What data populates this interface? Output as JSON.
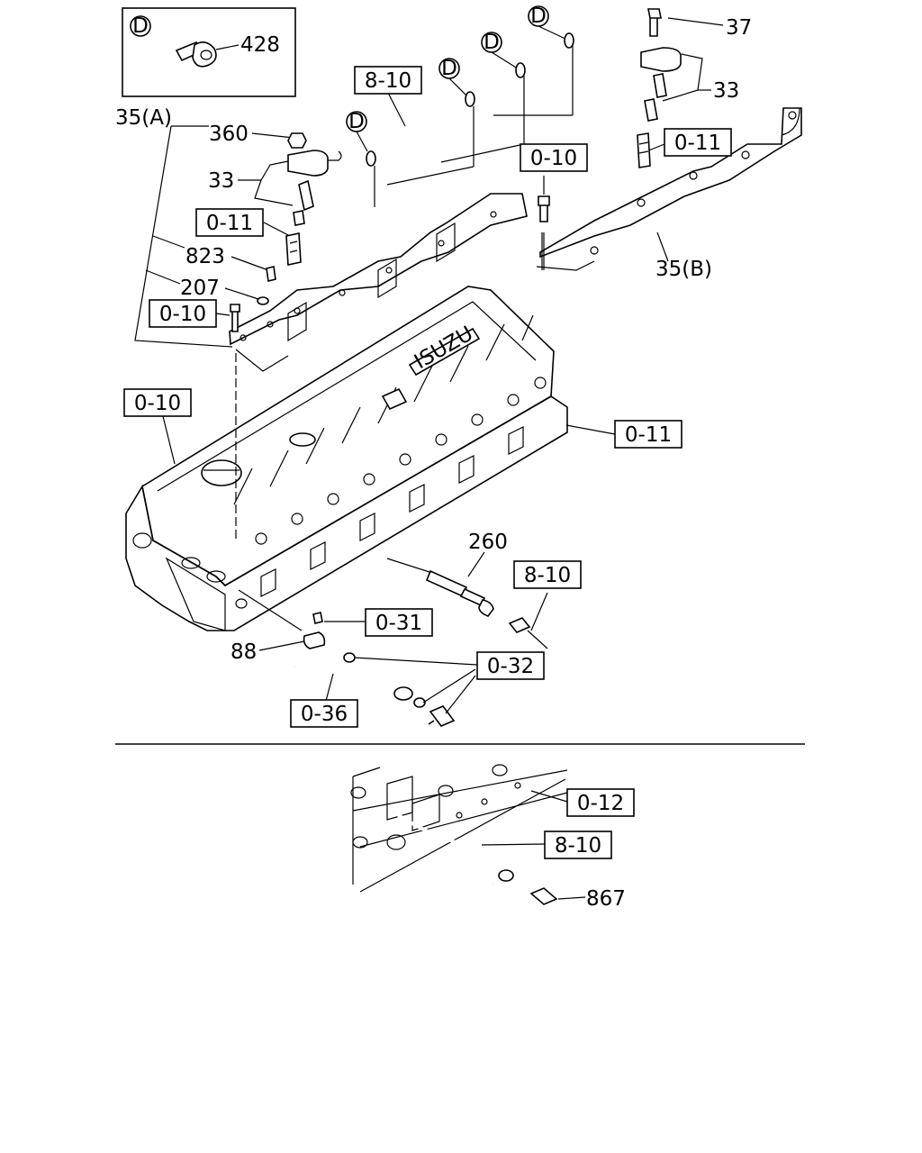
{
  "inset": {
    "marker": "D",
    "part": "428"
  },
  "markers": [
    "D",
    "D",
    "D",
    "D",
    "D"
  ],
  "labels": {
    "p37": "37",
    "p33_right": "33",
    "p33_left": "33",
    "p35a": "35(A)",
    "p360": "360",
    "p823": "823",
    "p207": "207",
    "p35b": "35(B)",
    "p260": "260",
    "p88": "88",
    "p867": "867"
  },
  "refs": {
    "r8_10_top": "8-10",
    "r0_10_mid": "0-10",
    "r0_11_right": "0-11",
    "r0_11_left": "0-11",
    "r0_10_left": "0-10",
    "r0_10_head": "0-10",
    "r0_11_head": "0-11",
    "r8_10_sensor": "8-10",
    "r0_31": "0-31",
    "r0_32": "0-32",
    "r0_36": "0-36",
    "r0_12": "0-12",
    "r8_10_bottom": "8-10"
  },
  "head_logo": "ISUZU"
}
